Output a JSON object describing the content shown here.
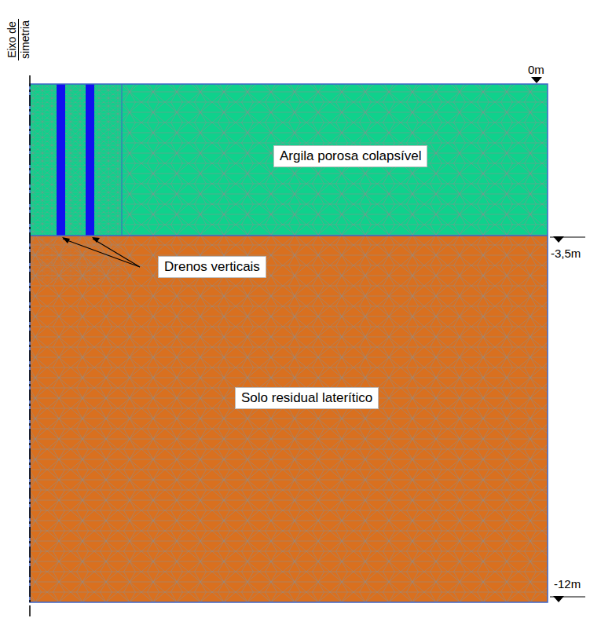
{
  "diagram": {
    "nodes": [
      {
        "text": [
          "Argila porosa colapsível"
        ]
      },
      {
        "text": [
          "Drenos verticais"
        ]
      },
      {
        "text": [
          "Solo residual laterítico"
        ]
      }
    ],
    "labels": [
      "Eixo de",
      "simetria",
      "0m",
      "-3,5m",
      "-12m"
    ]
  }
}
